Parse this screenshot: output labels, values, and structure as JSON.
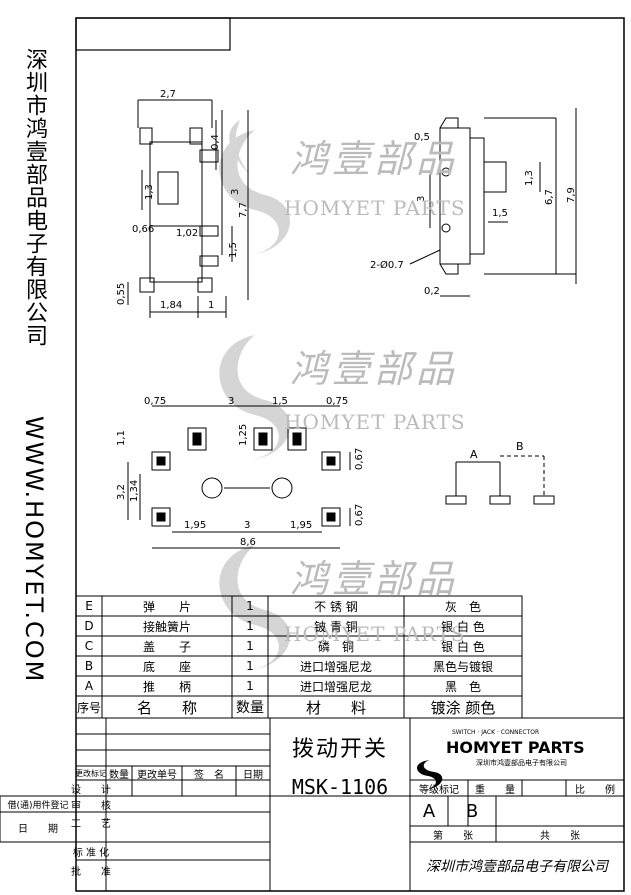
{
  "side_text": {
    "company_name": "深圳市鸿壹部品电子有限公司",
    "website": "WWW.HOMYET.COM"
  },
  "watermark": {
    "cn": "鸿壹部品",
    "en": "HOMYET PARTS"
  },
  "dimensions": {
    "view1": [
      "2,7",
      "0,4",
      "1,3",
      "3",
      "7,7",
      "0,66",
      "1,02",
      "1,5",
      "0,55",
      "1,84",
      "1"
    ],
    "view2": [
      "0,5",
      "3",
      "1,3",
      "1,5",
      "6,7",
      "7,9",
      "2-Ø0.7",
      "0,2"
    ],
    "footprint": [
      "0,75",
      "3",
      "1,5",
      "0,75",
      "1,1",
      "1,25",
      "0,67",
      "3,2",
      "1,34",
      "1,95",
      "3",
      "1,95",
      "0,67",
      "8,6"
    ],
    "schematic": [
      "A",
      "B"
    ]
  },
  "bom": {
    "rows": [
      {
        "no": "E",
        "name": "弹　　片",
        "qty": "1",
        "material": "不 锈 钢",
        "finish": "灰　色"
      },
      {
        "no": "D",
        "name": "接触簧片",
        "qty": "1",
        "material": "铍 青 铜",
        "finish": "银 白 色"
      },
      {
        "no": "C",
        "name": "盖　　子",
        "qty": "1",
        "material": "磷　铜",
        "finish": "银 白 色"
      },
      {
        "no": "B",
        "name": "底　　座",
        "qty": "1",
        "material": "进口增强尼龙",
        "finish": "黑色与镀银"
      },
      {
        "no": "A",
        "name": "推　　柄",
        "qty": "1",
        "material": "进口增强尼龙",
        "finish": "黑　色"
      }
    ],
    "header": {
      "no": "序号",
      "name": "名　　称",
      "qty": "数量",
      "material": "材　　料",
      "finish": "镀涂 颜色"
    }
  },
  "title_block": {
    "product_name": "拨动开关",
    "model": "MSK-1106",
    "change_headers": [
      "更改标记",
      "数量",
      "更改单号",
      "签　名",
      "日期"
    ],
    "roles": [
      "设　　计",
      "审　　核",
      "工　　艺",
      "标 准 化",
      "批　　准"
    ],
    "left_labels": [
      "借(通)用件登记",
      "日　　期"
    ],
    "brand_tag": "SWITCH · JACK · CONNECTOR",
    "brand_name": "HOMYET PARTS",
    "brand_company": "深圳市鸿壹部品电子有限公司",
    "grade_label": "等级标记",
    "weight_label": "重　　量",
    "scale_label": "比　　例",
    "grade_a": "A",
    "grade_b": "B",
    "sheet_label": "第　　张",
    "total_label": "共　　张",
    "footer_company": "深圳市鸿壹部品电子有限公司"
  }
}
